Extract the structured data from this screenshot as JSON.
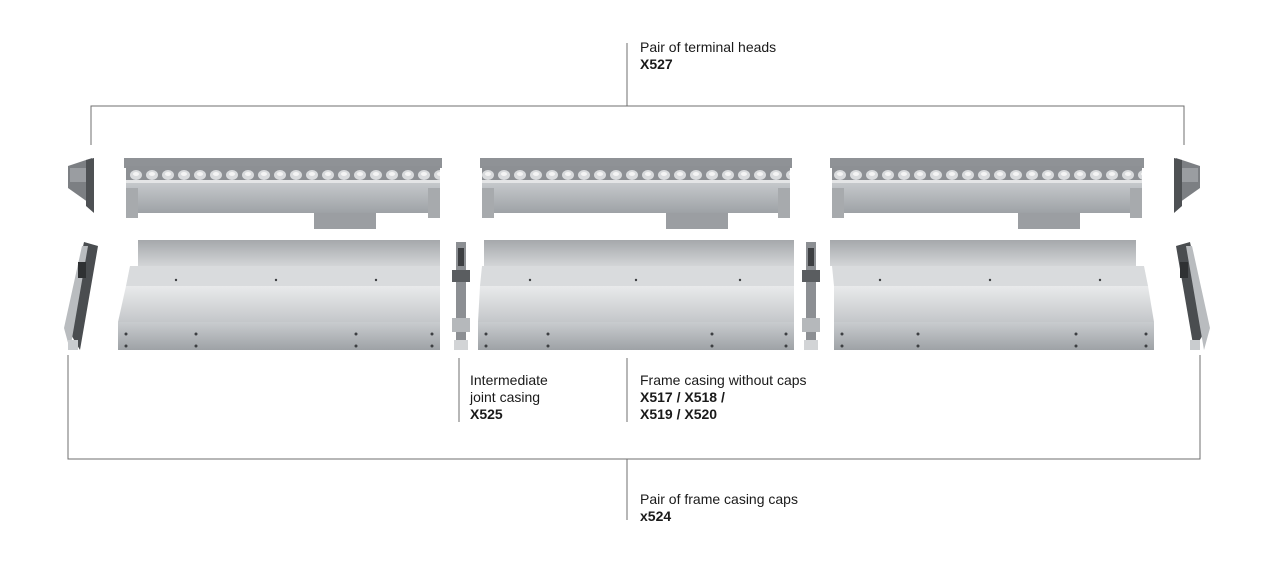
{
  "labels": {
    "terminal_heads": {
      "name": "Pair of terminal heads",
      "code": "X527"
    },
    "intermediate_joint": {
      "name_line1": "Intermediate",
      "name_line2": "joint casing",
      "code": "X525"
    },
    "frame_casing": {
      "name": "Frame casing without caps",
      "code_line1": "X517 / X518 /",
      "code_line2": "X519 / X520"
    },
    "frame_caps": {
      "name": "Pair of frame casing caps",
      "code": "x524"
    }
  },
  "colors": {
    "leader_line": "#6f6f6f",
    "metal_light": "#d7d9db",
    "metal_mid": "#b9bcbf",
    "metal_dark": "#6b6e72",
    "text": "#1a1a1a"
  }
}
